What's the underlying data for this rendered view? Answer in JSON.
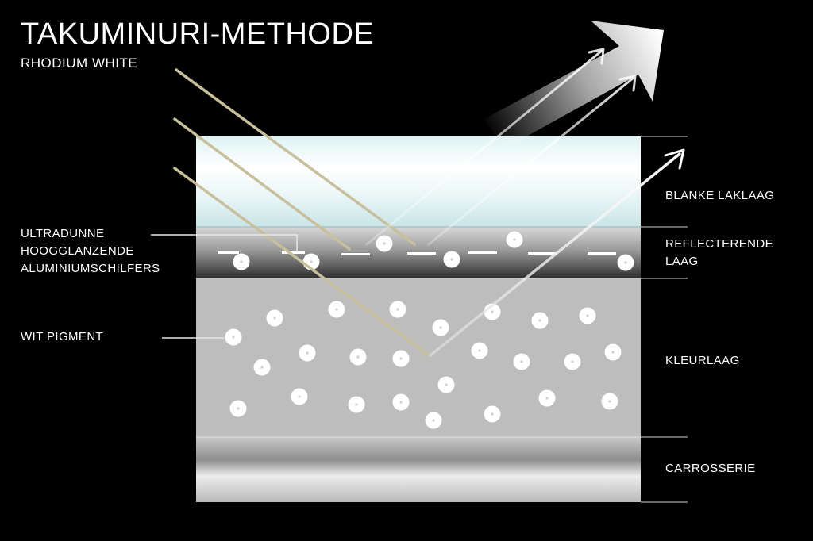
{
  "title": "TAKUMINURI-METHODE",
  "subtitle": "RHODIUM WHITE",
  "layers": {
    "clear_coat": "BLANKE LAKLAAG",
    "reflective_line1": "REFLECTERENDE",
    "reflective_line2": "LAAG",
    "color_layer": "KLEURLAAG",
    "body": "CARROSSERIE"
  },
  "callouts": {
    "flakes_line1": "ULTRADUNNE",
    "flakes_line2": "HOOGGLANZENDE",
    "flakes_line3": "ALUMINIUMSCHILFERS",
    "pigment": "WIT PIGMENT"
  },
  "colors": {
    "background": "#000000",
    "incoming_light": "#c8bf9c",
    "reflected_light": "#ffffff"
  }
}
